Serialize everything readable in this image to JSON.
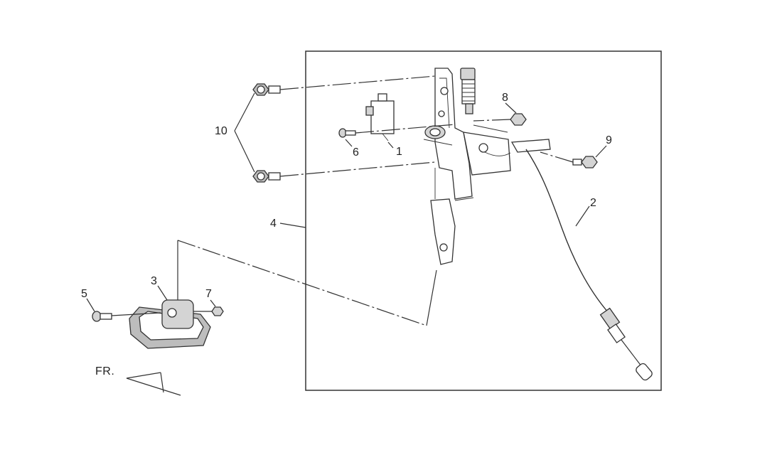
{
  "callouts": {
    "c1": "1",
    "c2": "2",
    "c3": "3",
    "c4": "4",
    "c5": "5",
    "c6": "6",
    "c7": "7",
    "c8": "8",
    "c9": "9",
    "c10": "10"
  },
  "front_indicator": "FR."
}
